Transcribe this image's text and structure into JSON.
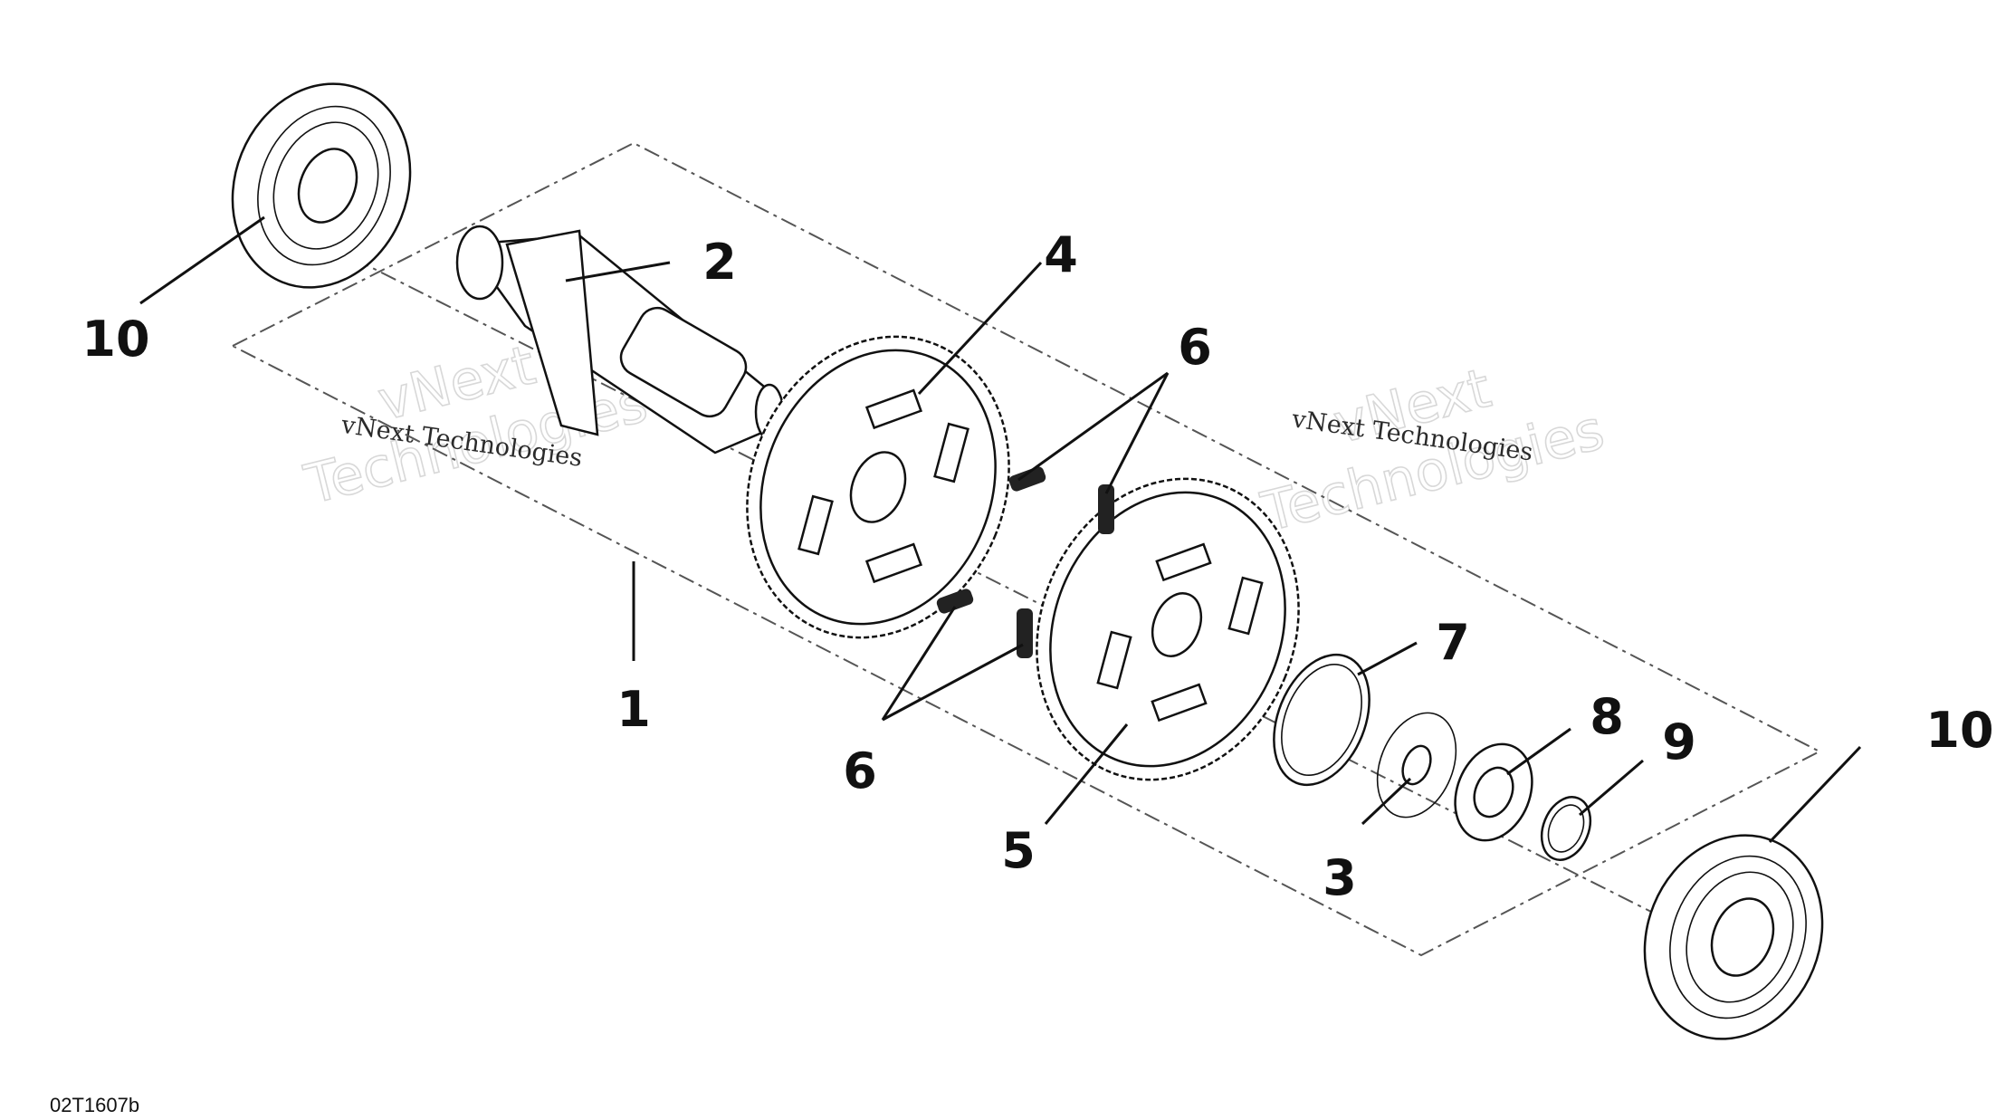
{
  "figure_id": "02T1607b",
  "watermark": {
    "brand_line_1": "vNext",
    "brand_line_2": "Technologies",
    "small_text": "vNext Technologies"
  },
  "callouts": {
    "c1": "1",
    "c2": "2",
    "c3": "3",
    "c4": "4",
    "c5": "5",
    "c6_top": "6",
    "c6_bottom": "6",
    "c7": "7",
    "c8": "8",
    "c9": "9",
    "c10_left": "10",
    "c10_right": "10"
  }
}
